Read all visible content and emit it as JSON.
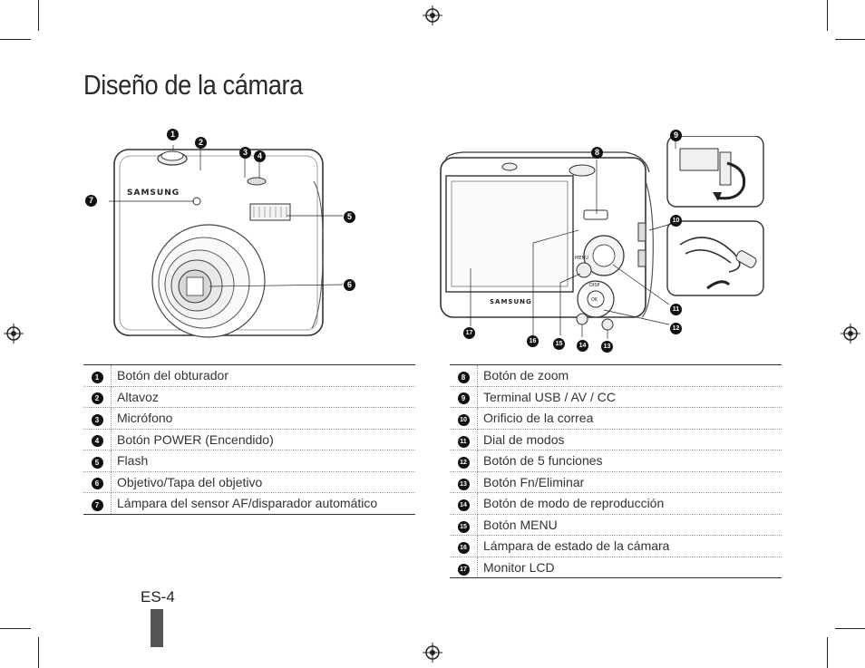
{
  "title": "Diseño de la cámara",
  "brand_text": "SAMSUNG",
  "camera_labels": {
    "menu": "MENU",
    "disp": "DISP",
    "ok": "OK"
  },
  "left_table": [
    {
      "num": "1",
      "label": "Botón del obturador"
    },
    {
      "num": "2",
      "label": "Altavoz"
    },
    {
      "num": "3",
      "label": "Micrófono"
    },
    {
      "num": "4",
      "label": "Botón POWER (Encendido)"
    },
    {
      "num": "5",
      "label": "Flash"
    },
    {
      "num": "6",
      "label": "Objetivo/Tapa del objetivo"
    },
    {
      "num": "7",
      "label": "Lámpara del sensor AF/disparador automático"
    }
  ],
  "right_table": [
    {
      "num": "8",
      "label": "Botón de zoom"
    },
    {
      "num": "9",
      "label": "Terminal USB / AV / CC"
    },
    {
      "num": "10",
      "label": "Orificio de la correa"
    },
    {
      "num": "11",
      "label": "Dial de modos"
    },
    {
      "num": "12",
      "label": "Botón de 5 funciones"
    },
    {
      "num": "13",
      "label": "Botón Fn/Eliminar"
    },
    {
      "num": "14",
      "label": "Botón de modo de reproducción"
    },
    {
      "num": "15",
      "label": "Botón MENU"
    },
    {
      "num": "16",
      "label": "Lámpara de estado de la cámara"
    },
    {
      "num": "17",
      "label": "Monitor LCD"
    }
  ],
  "page_number": "ES-4"
}
